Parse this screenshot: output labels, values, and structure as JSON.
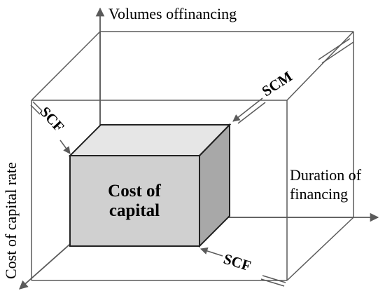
{
  "axes": {
    "vertical_label": "Volumes offinancing",
    "depth_label_line1": "Duration of",
    "depth_label_line2": "financing",
    "side_label": "Cost of capital rate"
  },
  "center_box": {
    "line1": "Cost of",
    "line2": "capital"
  },
  "flows": {
    "top_right": "SCM",
    "top_left": "SCF",
    "bottom": "SCF"
  },
  "colors": {
    "line": "#5a5a5a",
    "box_front": "#d0d0d0",
    "box_top": "#e6e6e6",
    "box_side": "#a8a8a8",
    "text": "#000000"
  }
}
